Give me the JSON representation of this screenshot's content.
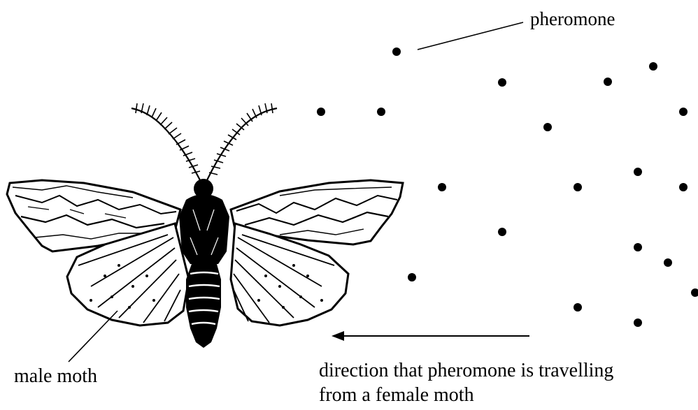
{
  "labels": {
    "pheromone": "pheromone",
    "male_moth": "male moth",
    "direction_line1": "direction that pheromone is travelling",
    "direction_line2": "from a female moth"
  },
  "colors": {
    "ink": "#000000",
    "background": "#ffffff"
  }
}
